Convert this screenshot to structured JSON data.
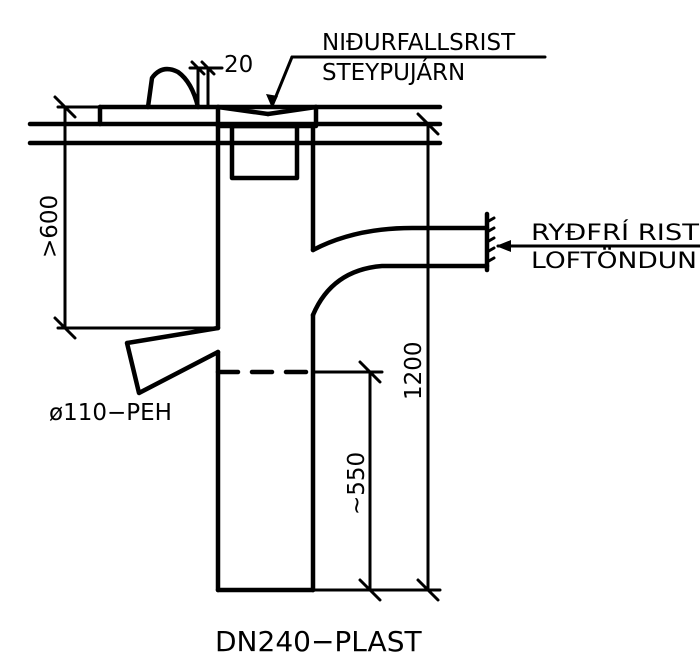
{
  "labels": {
    "grate_line1": "NIÐURFALLSRIST",
    "grate_line2": "STEYPUJÁRN",
    "dim_20": "20",
    "vent_line1": "RYÐFRÍ RIST",
    "vent_line2": "LOFTÖNDUN",
    "dim_600": ">600",
    "dim_1200": "1200",
    "dim_550": "~550",
    "pipe": "ø110−PEH",
    "title": "DN240−PLAST"
  },
  "colors": {
    "line": "#000000",
    "background": "#ffffff"
  }
}
